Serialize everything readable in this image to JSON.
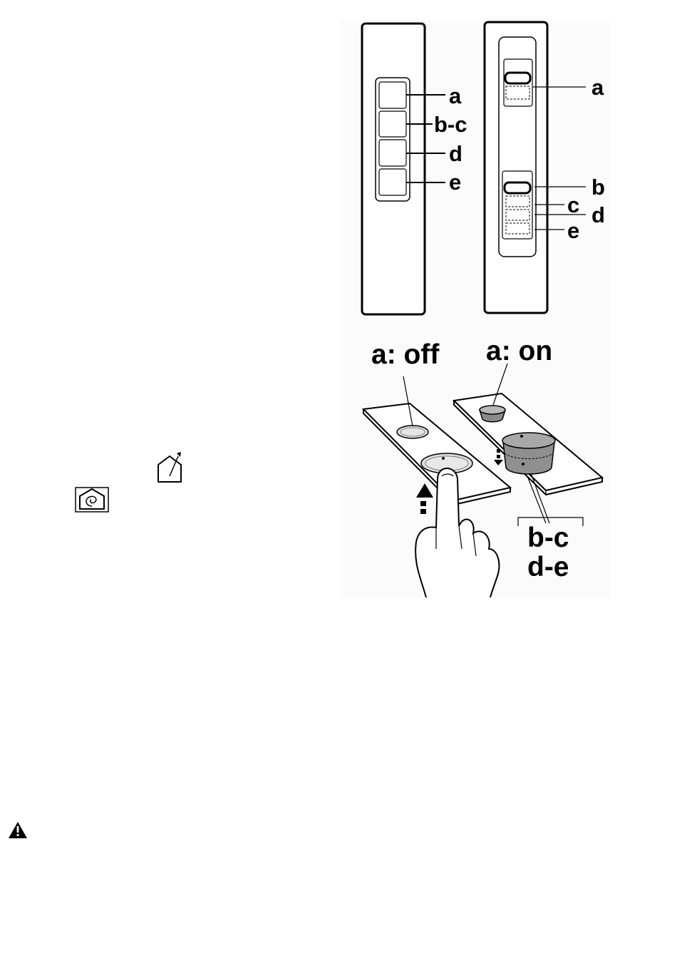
{
  "panel_left": {
    "labels": [
      "a",
      "b-c",
      "d",
      "e"
    ]
  },
  "panel_right": {
    "labels": [
      "a",
      "b",
      "c",
      "d",
      "e"
    ]
  },
  "hood_off": {
    "title": "a: off"
  },
  "hood_on": {
    "title": "a: on"
  },
  "knob_labels": {
    "line1": "b-c",
    "line2": "d-e"
  },
  "icons": [
    "house-extraction-icon",
    "house-recirculation-icon",
    "warning-triangle-icon"
  ]
}
